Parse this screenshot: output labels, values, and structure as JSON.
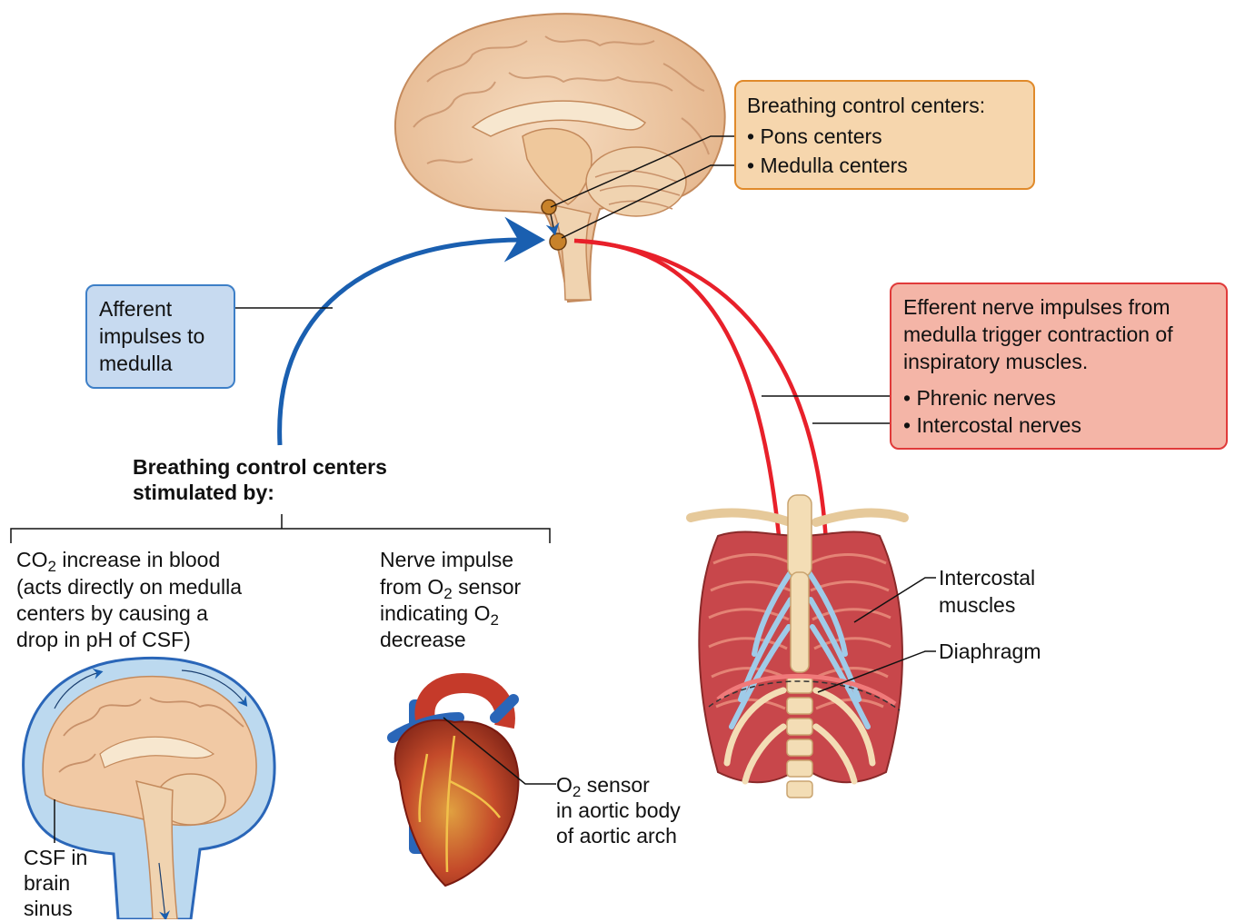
{
  "top_box": {
    "title": "Breathing control centers:",
    "items": [
      "• Pons centers",
      "• Medulla centers"
    ],
    "fill": "#f6d6ad",
    "border": "#e08a2b"
  },
  "afferent_box": {
    "lines": [
      "Afferent",
      "impulses to",
      "medulla"
    ],
    "fill": "#c7daf0",
    "border": "#3d7fc7"
  },
  "efferent_box": {
    "lines": [
      "Efferent nerve impulses from",
      "medulla trigger contraction of",
      "inspiratory muscles."
    ],
    "items": [
      "• Phrenic nerves",
      "• Intercostal nerves"
    ],
    "fill": "#f4b5a7",
    "border": "#e03a3a"
  },
  "stimulus": {
    "heading": [
      "Breathing control centers",
      "stimulated by:"
    ],
    "co2": {
      "line1_pre": "CO",
      "line1_sub": "2",
      "line1_post": " increase in blood",
      "lines": [
        "(acts directly on medulla",
        "centers by causing a",
        "drop in pH of CSF)"
      ]
    },
    "nerve": {
      "line1": "Nerve impulse",
      "line2_pre": "from O",
      "line2_sub": "2",
      "line2_post": " sensor",
      "line3_pre": "indicating O",
      "line3_sub": "2",
      "line4": "decrease"
    }
  },
  "labels": {
    "csf": [
      "CSF in",
      "brain",
      "sinus"
    ],
    "o2_sensor_pre": "O",
    "o2_sensor_sub": "2",
    "o2_sensor_post": " sensor",
    "o2_sensor_lines": [
      "in aortic body",
      "of aortic arch"
    ],
    "intercostal_muscles": [
      "Intercostal",
      "muscles"
    ],
    "diaphragm": "Diaphragm"
  },
  "colors": {
    "afferent_arrow": "#1a5fb0",
    "efferent_arrow": "#e8202a",
    "brain": "#f1c9a4",
    "brain_dark": "#d79d70",
    "center_dot": "#c8822a",
    "muscle": "#c8474b",
    "rib_blue": "#9fcbe8",
    "bone": "#f3ddb5",
    "heart": "#c53a2a",
    "vessel_blue": "#2a66b8"
  }
}
